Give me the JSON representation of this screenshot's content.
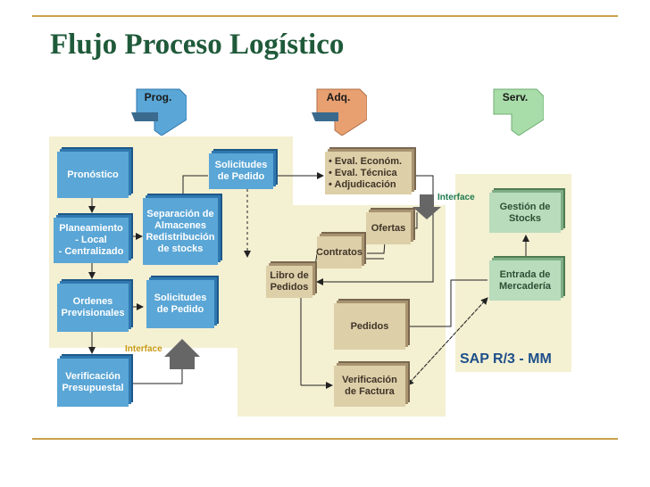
{
  "title": "Flujo Proceso Logístico",
  "phases": [
    {
      "label": "Prog.",
      "color": "#5aa6d6"
    },
    {
      "label": "Adq.",
      "color": "#e8a070"
    },
    {
      "label": "Serv.",
      "color": "#a8dca8"
    }
  ],
  "boxes": {
    "pronostico": "Pronóstico",
    "planeamiento": "Planeamiento\n- Local\n- Centralizado",
    "ordenes": "Ordenes\nPrevisionales",
    "verificacion_presupuestal": "Verificación\nPresupuestal",
    "separacion": "Separación de\nAlmacenes\nRedistribución\nde stocks",
    "solicitudes_top": "Solicitudes\nde Pedido",
    "solicitudes_bottom": "Solicitudes\nde Pedido",
    "evaluacion": "• Eval. Económ.\n• Eval. Técnica\n• Adjudicación",
    "ofertas": "Ofertas",
    "contratos": "Contratos",
    "libro_pedidos": "Libro de\nPedidos",
    "pedidos": "Pedidos",
    "verificacion_factura": "Verificación\nde Factura",
    "gestion_stocks": "Gestión de\nStocks",
    "entrada_mercaderia": "Entrada de\nMercadería"
  },
  "interface_label": "Interface",
  "sap_label": "SAP R/3 - MM",
  "colors": {
    "title": "#1f5a3a",
    "rule": "#c9a24a",
    "region": "#f4f0d2",
    "interface_text": "#c89a10",
    "interface_text_right": "#1f7a50",
    "sap": "#1e4f8a"
  }
}
